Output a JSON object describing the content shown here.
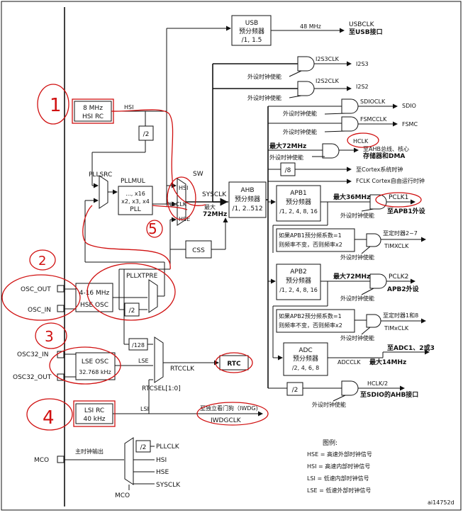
{
  "colors": {
    "line": "#111111",
    "annotation": "#d01010",
    "background": "#ffffff"
  },
  "inputs": {
    "hsi_rc": [
      "8 MHz",
      "HSI RC"
    ],
    "hse_osc": [
      "4-16 MHz",
      "HSE OSC"
    ],
    "lse_osc": [
      "LSE OSC",
      "32.768 kHz"
    ],
    "lsi_rc": [
      "LSI RC",
      "40 kHz"
    ]
  },
  "pins": {
    "osc_out": "OSC_OUT",
    "osc_in": "OSC_IN",
    "osc32_in": "OSC32_IN",
    "osc32_out": "OSC32_OUT",
    "mco": "MCO"
  },
  "pll": {
    "pllsrc": "PLLSRC",
    "pllmul": "PLLMUL",
    "pll_box": [
      "..., x16",
      "x2, x3, x4",
      "PLL"
    ],
    "pllxtpre": "PLLXTPRE",
    "div2": "/2"
  },
  "switch": {
    "sw": "SW",
    "hsi": "HSI",
    "pllclk": "PLLCLK",
    "hse": "HSE",
    "sysclk": "SYSCLK",
    "max": "最大",
    "max_freq": "72MHz",
    "css": "CSS"
  },
  "usb": {
    "box": [
      "USB",
      "预分频器",
      "/1, 1.5"
    ],
    "freq": "48 MHz",
    "out_name": "USBCLK",
    "out_desc": "至USB接口"
  },
  "i2s": {
    "i2s3clk": "I2S3CLK",
    "i2s3": "I2S3",
    "i2s2clk": "I2S2CLK",
    "i2s2": "I2S2",
    "enable": "外设时钟使能"
  },
  "ahb_outputs": {
    "sdioclk": "SDIOCLK",
    "sdio": "SDIO",
    "fsmcclk": "FSMCCLK",
    "fsmc": "FSMC",
    "hclk": "HCLK",
    "hclk_desc1": "至AHB总线、核心",
    "hclk_desc2": "存储器和DMA",
    "max72": "最大72MHz",
    "div8": "/8",
    "cortex_sys": "至Cortex系统时钟",
    "fclk": "FCLK Cortex自由运行时钟",
    "enable": "外设时钟使能"
  },
  "ahb": {
    "box": [
      "AHB",
      "预分频器",
      "/1, 2..512"
    ]
  },
  "apb1": {
    "box": [
      "APB1",
      "预分频器",
      "/1, 2, 4, 8, 16"
    ],
    "max": "最大36MHz",
    "pclk1": "PCLK1",
    "pclk1_desc": "至APB1外设",
    "enable": "外设时钟使能",
    "timer_note1": "如果APB1预分频系数=1",
    "timer_note2": "则频率不变，否则频率x2",
    "timer_dest": "至定时器2~7",
    "timxclk": "TIMXCLK"
  },
  "apb2": {
    "box": [
      "APB2",
      "预分频器",
      "/1, 2, 4, 8, 16"
    ],
    "max": "最大72MHz",
    "pclk2": "PCLK2",
    "pclk2_desc": "APB2外设",
    "enable": "外设时钟使能",
    "timer_note1": "如果APB2预分频系数=1",
    "timer_note2": "则频率不变，否则频率x2",
    "timer_dest": "至定时器1和8",
    "timxclk": "TIMxCLK"
  },
  "adc": {
    "box": [
      "ADC",
      "预分频器",
      "/2, 4, 6, 8"
    ],
    "adcclk": "ADCCLK",
    "max": "最大14MHz",
    "dest": "至ADC1、2或3"
  },
  "sdio_ahb": {
    "div2": "/2",
    "hclk2": "HCLK/2",
    "dest": "至SDIO的AHB接口",
    "enable": "外设时钟使能"
  },
  "rtc": {
    "div128": "/128",
    "lse": "LSE",
    "rtcclk": "RTCCLK",
    "rtc": "RTC",
    "rtcsel": "RTCSEL[1:0]"
  },
  "iwdg": {
    "lsi": "LSI",
    "desc": "至独立看门狗（IWDG)",
    "iwdgclk": "IWDGCLK"
  },
  "mco": {
    "label": "主时钟输出",
    "div2": "/2",
    "pllclk": "PLLCLK",
    "hsi": "HSI",
    "hse": "HSE",
    "sysclk": "SYSCLK",
    "mco_bottom": "MCO"
  },
  "legend": {
    "title": "图例:",
    "items": [
      "HSE = 高速外部时钟信号",
      "HSI = 高速内部时钟信号",
      "LSI = 低速内部时钟信号",
      "LSE = 低速外部时钟信号"
    ]
  },
  "annotations": {
    "n1": "1",
    "n2": "2",
    "n3": "3",
    "n4": "4",
    "n5": "5"
  },
  "figure_id": "ai14752d"
}
